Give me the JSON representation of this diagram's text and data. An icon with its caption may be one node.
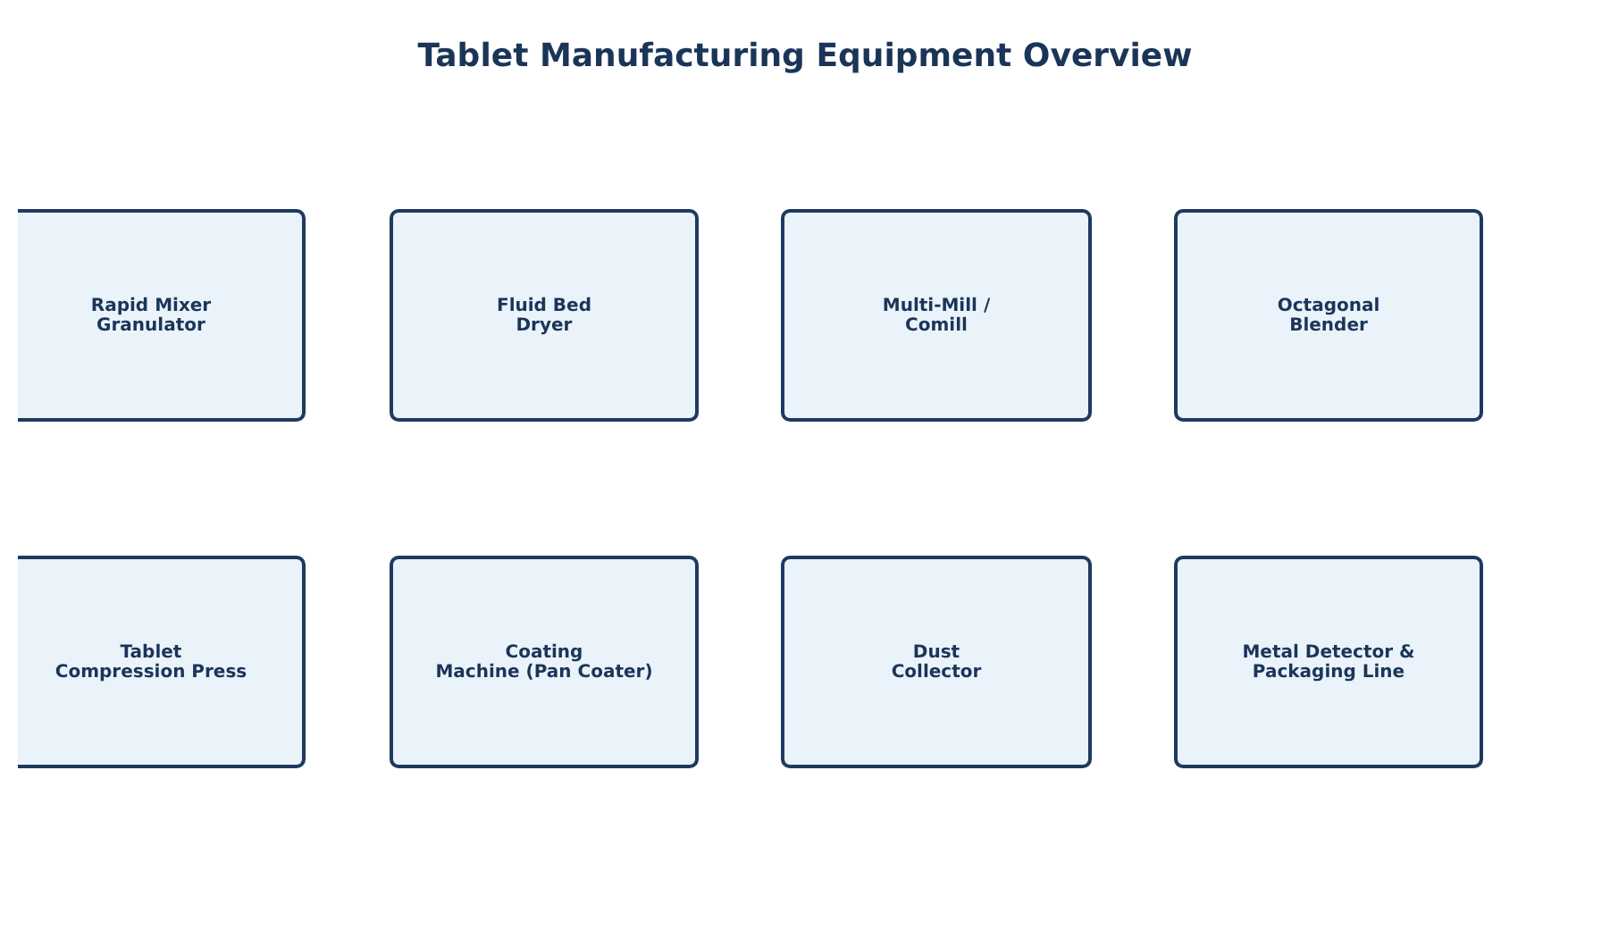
{
  "diagram": {
    "title": "Tablet Manufacturing Equipment Overview",
    "nodes": [
      {
        "text": [
          "Rapid Mixer Granulator"
        ]
      },
      {
        "text": [
          "Fluid Bed Dryer"
        ]
      },
      {
        "text": [
          "Multi-Mill / Comill"
        ]
      },
      {
        "text": [
          "Octagonal Blender"
        ]
      },
      {
        "text": [
          "Tablet Compression Press"
        ]
      },
      {
        "text": [
          "Coating Machine (Pan Coater)"
        ]
      },
      {
        "text": [
          "Dust Collector"
        ]
      },
      {
        "text": [
          "Metal Detector & Packaging Line"
        ]
      }
    ]
  }
}
